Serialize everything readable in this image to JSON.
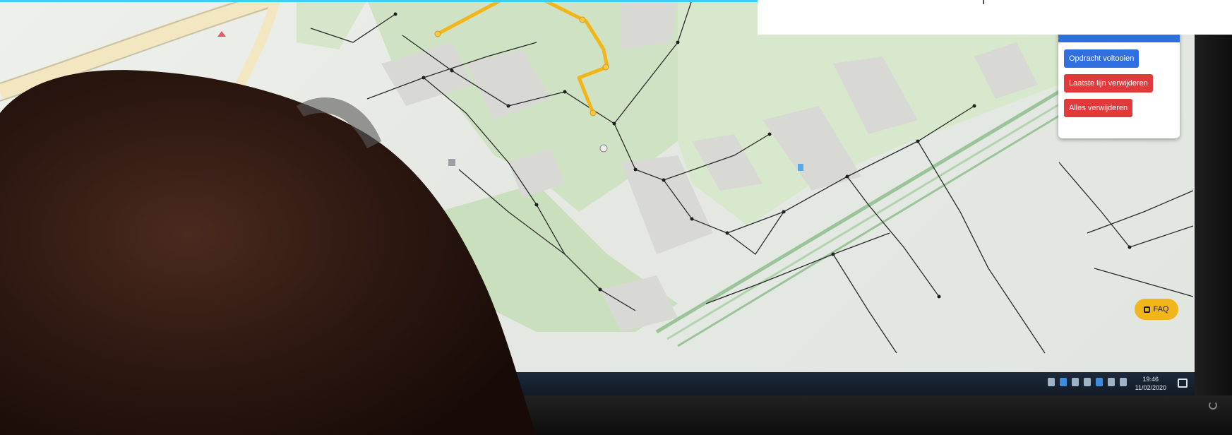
{
  "panel": {
    "title": "Acties",
    "buttons": {
      "complete": "Opdracht voltooien",
      "remove_last": "Laatste lijn verwijderen",
      "remove_all": "Alles verwijderen"
    }
  },
  "faq": {
    "label": "FAQ",
    "icon": "question-icon"
  },
  "taskbar": {
    "time": "19:46",
    "date": "11/02/2020"
  },
  "colors": {
    "panel_header": "#2f6fe0",
    "complete_button": "#2f6fe0",
    "remove_buttons": "#e23a3a",
    "faq_button": "#f2b51a",
    "route_line": "#f2b51a",
    "map_green": "#cfe3c4",
    "map_building": "#d8d8d5"
  }
}
